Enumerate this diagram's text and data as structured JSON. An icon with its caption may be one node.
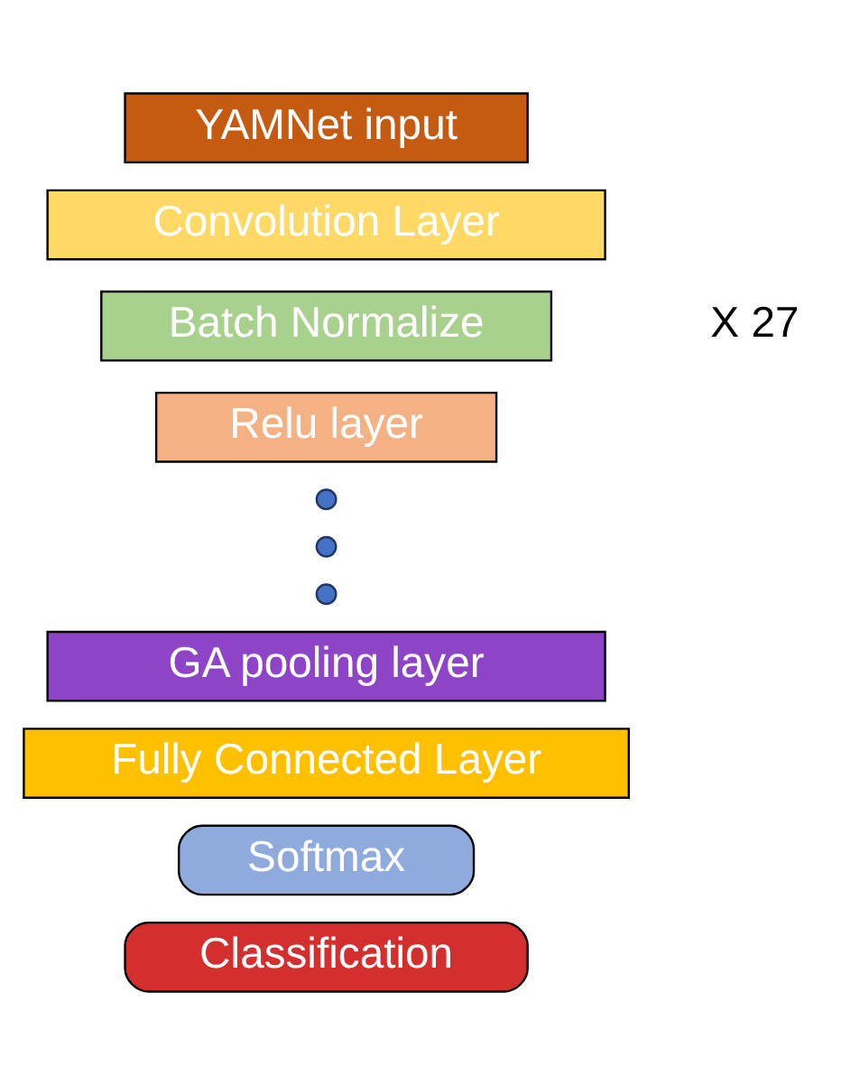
{
  "diagram": {
    "nodes": [
      {
        "text": [
          "YAMNet input"
        ]
      },
      {
        "text": [
          "Convolution Layer"
        ]
      },
      {
        "text": [
          "Batch Normalize"
        ]
      },
      {
        "text": [
          "Relu layer"
        ]
      },
      {
        "text": [],
        "shape": "circle"
      },
      {
        "text": [],
        "shape": "circle"
      },
      {
        "text": [],
        "shape": "circle"
      },
      {
        "text": [
          "GA pooling layer"
        ]
      },
      {
        "text": [
          "Fully Connected Layer"
        ]
      },
      {
        "text": [
          "Softmax"
        ]
      },
      {
        "text": [
          "Classification"
        ]
      }
    ],
    "edges": [],
    "labels": [
      "X 27"
    ]
  }
}
